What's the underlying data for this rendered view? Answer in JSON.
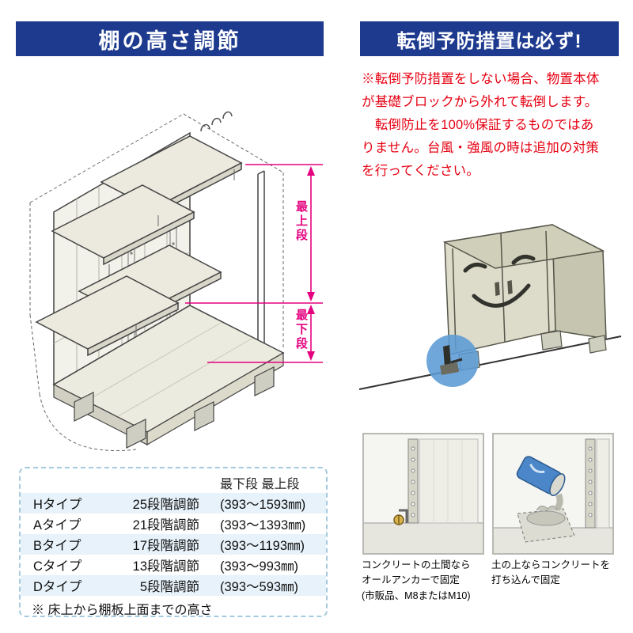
{
  "colors": {
    "banner_blue": "#1d3a8f",
    "accent_pink": "#e4007f",
    "warning_red": "#e60012",
    "table_border": "#a5cade",
    "row_alt": "#e7f2fa"
  },
  "left_section": {
    "title": "棚の高さ調節",
    "diagram": {
      "label_top": "最上段",
      "label_bottom": "最下段"
    },
    "table": {
      "header": "最下段 最上段",
      "rows": [
        {
          "type": "Hタイプ",
          "steps": "25段階調節",
          "range": "(393〜1593㎜)"
        },
        {
          "type": "Aタイプ",
          "steps": "21段階調節",
          "range": "(393〜1393㎜)"
        },
        {
          "type": "Bタイプ",
          "steps": "17段階調節",
          "range": "(393〜1193㎜)"
        },
        {
          "type": "Cタイプ",
          "steps": "13段階調節",
          "range": "(393〜993㎜)"
        },
        {
          "type": "Dタイプ",
          "steps": "5段階調節",
          "range": "(393〜593㎜)"
        }
      ],
      "note": "※ 床上から棚板上面までの高さ"
    }
  },
  "right_section": {
    "title": "転倒予防措置は必ず!",
    "warning": "※転倒予防措置をしない場合、物置本体\nが基礎ブロックから外れて転倒します。\n　転倒防止を100%保証するものではあ\nりません。台風・強風の時は追加の対策\nを行ってください。",
    "details": [
      {
        "caption": "コンクリートの土間なら\nオールアンカーで固定\n(市販品、M8またはM10)"
      },
      {
        "caption": "土の上ならコンクリートを\n打ち込んで固定"
      }
    ]
  }
}
